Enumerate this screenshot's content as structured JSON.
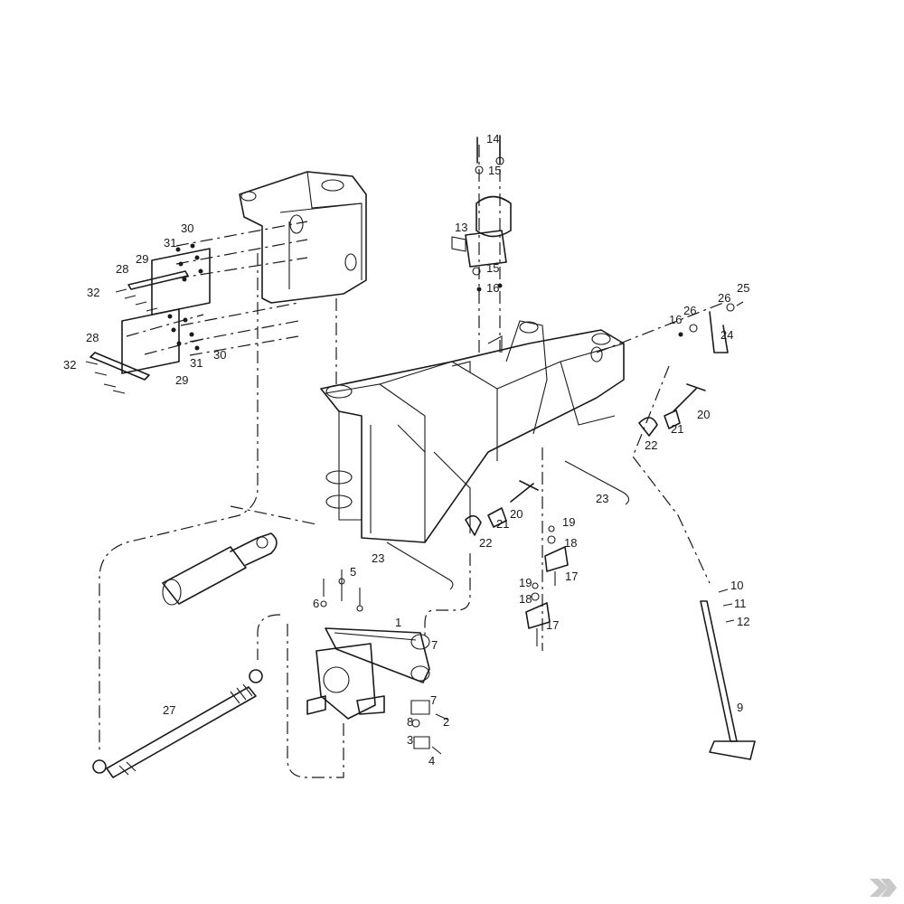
{
  "callouts": [
    {
      "id": "c1",
      "text": "1"
    },
    {
      "id": "c2",
      "text": "2"
    },
    {
      "id": "c3",
      "text": "3"
    },
    {
      "id": "c4",
      "text": "4"
    },
    {
      "id": "c5",
      "text": "5"
    },
    {
      "id": "c6",
      "text": "6"
    },
    {
      "id": "c7a",
      "text": "7"
    },
    {
      "id": "c7b",
      "text": "7"
    },
    {
      "id": "c8",
      "text": "8"
    },
    {
      "id": "c9",
      "text": "9"
    },
    {
      "id": "c10",
      "text": "10"
    },
    {
      "id": "c11",
      "text": "11"
    },
    {
      "id": "c12",
      "text": "12"
    },
    {
      "id": "c13",
      "text": "13"
    },
    {
      "id": "c14",
      "text": "14"
    },
    {
      "id": "c15a",
      "text": "15"
    },
    {
      "id": "c15b",
      "text": "15"
    },
    {
      "id": "c16a",
      "text": "16"
    },
    {
      "id": "c16b",
      "text": "16"
    },
    {
      "id": "c17a",
      "text": "17"
    },
    {
      "id": "c17b",
      "text": "17"
    },
    {
      "id": "c18a",
      "text": "18"
    },
    {
      "id": "c18b",
      "text": "18"
    },
    {
      "id": "c19a",
      "text": "19"
    },
    {
      "id": "c19b",
      "text": "19"
    },
    {
      "id": "c20a",
      "text": "20"
    },
    {
      "id": "c20b",
      "text": "20"
    },
    {
      "id": "c21a",
      "text": "21"
    },
    {
      "id": "c21b",
      "text": "21"
    },
    {
      "id": "c22a",
      "text": "22"
    },
    {
      "id": "c22b",
      "text": "22"
    },
    {
      "id": "c23a",
      "text": "23"
    },
    {
      "id": "c23b",
      "text": "23"
    },
    {
      "id": "c24",
      "text": "24"
    },
    {
      "id": "c25",
      "text": "25"
    },
    {
      "id": "c26a",
      "text": "26"
    },
    {
      "id": "c26b",
      "text": "26"
    },
    {
      "id": "c27",
      "text": "27"
    },
    {
      "id": "c28a",
      "text": "28"
    },
    {
      "id": "c28b",
      "text": "28"
    },
    {
      "id": "c29a",
      "text": "29"
    },
    {
      "id": "c29b",
      "text": "29"
    },
    {
      "id": "c30a",
      "text": "30"
    },
    {
      "id": "c30b",
      "text": "30"
    },
    {
      "id": "c31a",
      "text": "31"
    },
    {
      "id": "c31b",
      "text": "31"
    },
    {
      "id": "c32a",
      "text": "32"
    },
    {
      "id": "c32b",
      "text": "32"
    }
  ],
  "brand": {
    "logo_icon": "k-chevron-logo-icon",
    "color": "#c9c9c9"
  }
}
